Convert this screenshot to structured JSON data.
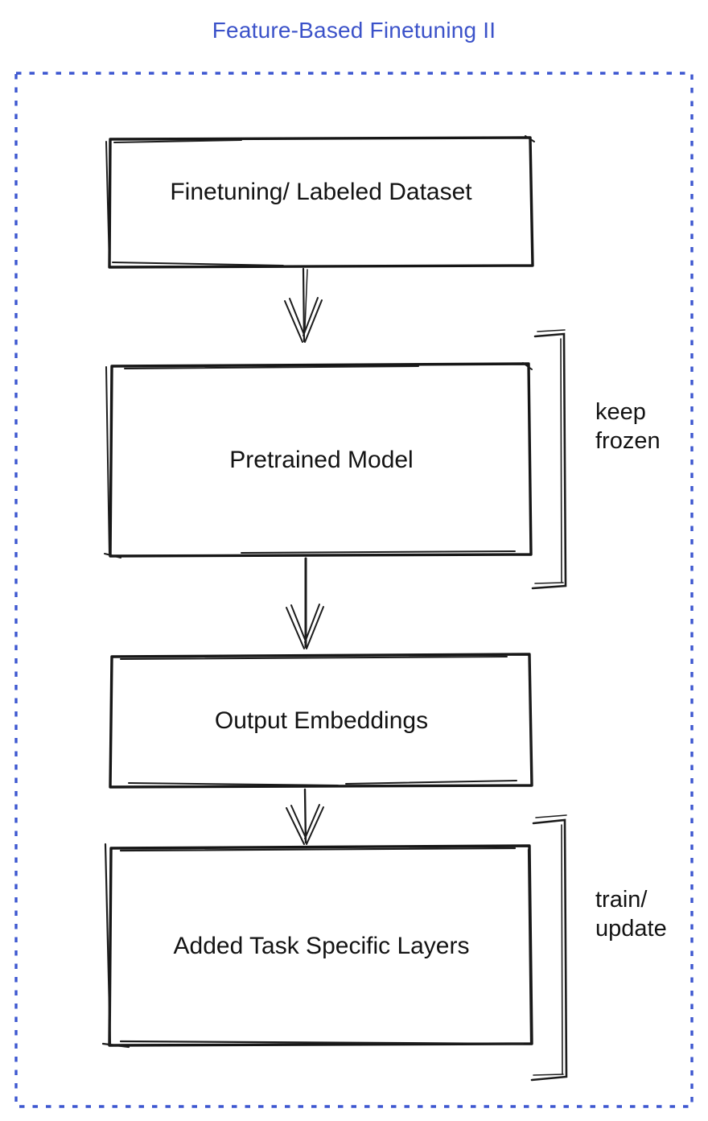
{
  "title": "Feature-Based Finetuning II",
  "colors": {
    "title_text": "#3b52c9",
    "frame_border": "#3d57d0",
    "node_gray": "#8a9098",
    "node_blue": "#4a6fe8",
    "node_green": "#41b357",
    "ink": "#131313"
  },
  "nodes": [
    {
      "id": "finetuning-dataset",
      "label": "Finetuning/ Labeled Dataset"
    },
    {
      "id": "pretrained-model",
      "label": "Pretrained Model"
    },
    {
      "id": "output-embeddings",
      "label": "Output Embeddings"
    },
    {
      "id": "task-specific-layers",
      "label": "Added Task Specific Layers"
    }
  ],
  "annotations": [
    {
      "id": "keep-frozen",
      "label": "keep\nfrozen"
    },
    {
      "id": "train-update",
      "label": "train/\nupdate"
    }
  ]
}
